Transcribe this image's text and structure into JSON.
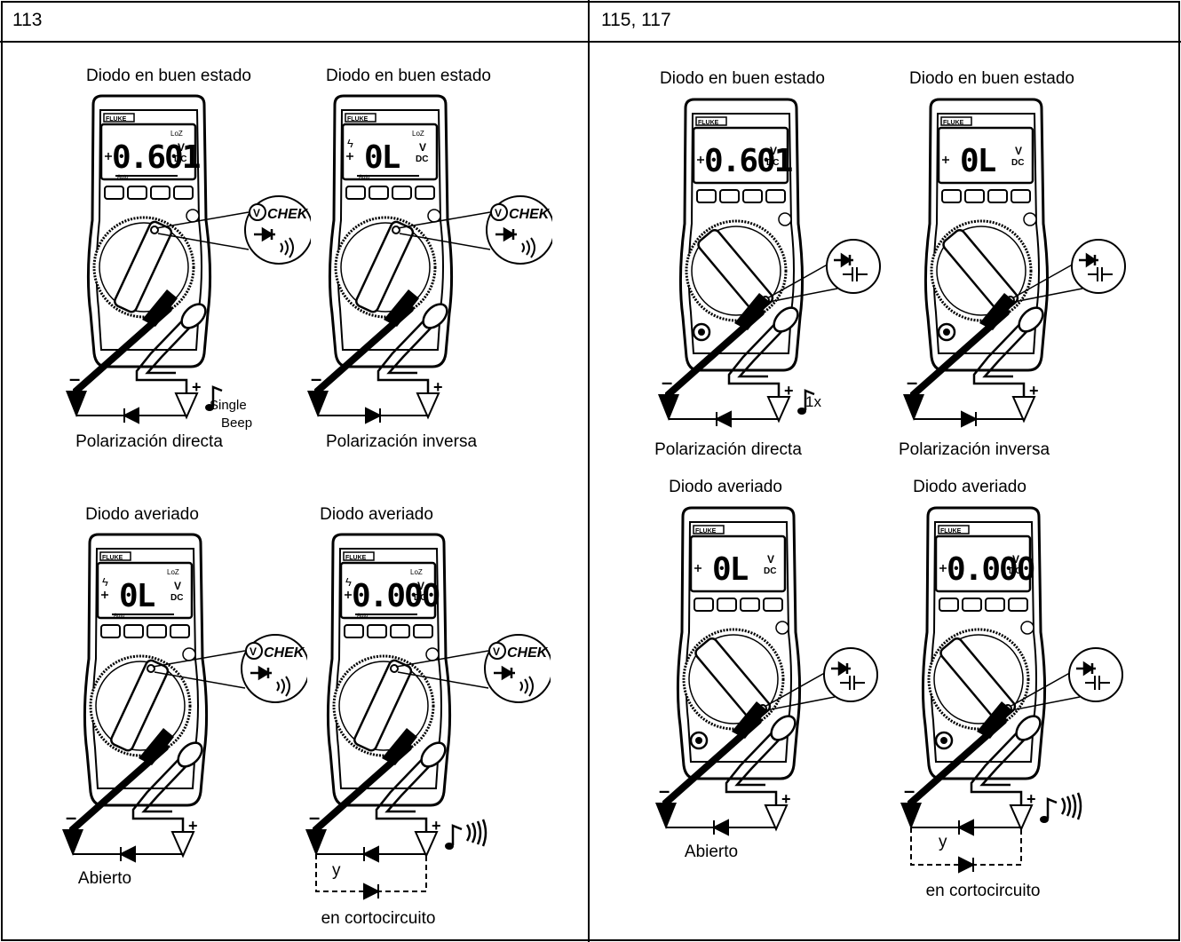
{
  "columns": [
    {
      "label": "113"
    },
    {
      "label": "115, 117"
    }
  ],
  "labels": {
    "good_diode": "Diodo en buen estado",
    "bad_diode": "Diodo averiado",
    "forward_bias": "Polarización directa",
    "reverse_bias": "Polarización inversa",
    "open": "Abierto",
    "or": "y",
    "shorted": "en cortocircuito",
    "single_beep_line1": "Single",
    "single_beep_line2": "Beep",
    "one_x": "1x"
  },
  "meter_text": {
    "brand": "FLUKE",
    "loz": "LoZ",
    "unit_v": "V",
    "unit_dc": "DC",
    "auto": "Auto",
    "vchek": "CHEK",
    "reading_forward": "0.601",
    "reading_ol": "0L",
    "reading_short": "0.000"
  }
}
